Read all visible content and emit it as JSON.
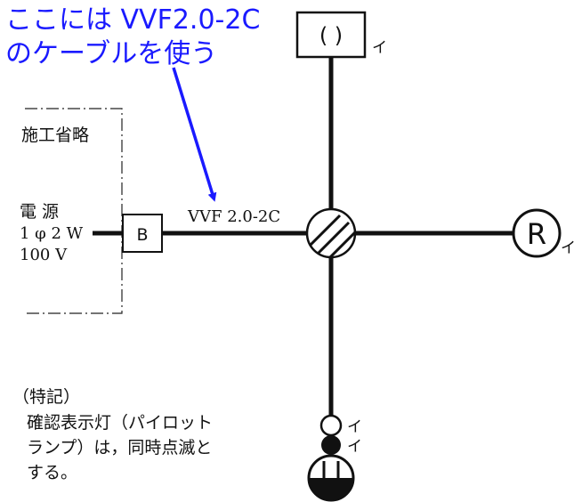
{
  "annotation": {
    "line1": "ここには VVF2.0-2C",
    "line2": "のケーブルを使う"
  },
  "omitted_box": {
    "label": "施工省略"
  },
  "power_source": {
    "line1": "電 源",
    "line2": "1 φ 2 W",
    "line3": "100 V"
  },
  "breaker": {
    "label": "B"
  },
  "cable": {
    "label": "VVF 2.0-2C"
  },
  "ceiling_light": {
    "symbol": "( )",
    "switch_label": "イ"
  },
  "receptacle_light": {
    "symbol": "R",
    "switch_label": "イ"
  },
  "pilot_lamp": {
    "switch_label": "イ"
  },
  "switch": {
    "switch_label": "イ"
  },
  "special_note": {
    "title": "（特記）",
    "line1": "確認表示灯（パイロット",
    "line2": "ランプ）は，同時点滅と",
    "line3": "する。"
  },
  "colors": {
    "annotation": "#1a1aff",
    "wire": "#111111"
  }
}
